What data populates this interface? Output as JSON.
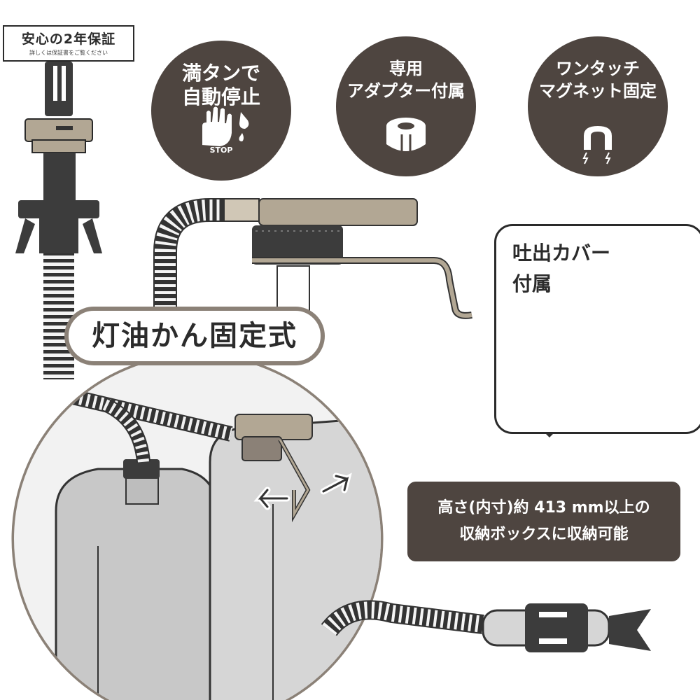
{
  "warranty": {
    "title": "安心の2年保証",
    "note": "詳しくは保証書をご覧ください"
  },
  "features": [
    {
      "label": "満タンで\n自動停止",
      "icon": "hand-stop-icon",
      "icon_caption": "STOP"
    },
    {
      "label": "専用\nアダプター付属",
      "icon": "adapter-ring-icon"
    },
    {
      "label": "ワンタッチ\nマグネット固定",
      "icon": "magnet-icon"
    }
  ],
  "fixed_type": {
    "title": "灯油かん固定式"
  },
  "cover": {
    "label": "吐出カバー\n付属"
  },
  "storage": {
    "text": "高さ(内寸)約 413 mm以上の\n収納ボックスに収納可能"
  },
  "colors": {
    "badge_brown": "#4e4540",
    "accent_beige": "#a69b8a",
    "frame_gray": "#8b8177",
    "ink": "#2a2a2a"
  }
}
